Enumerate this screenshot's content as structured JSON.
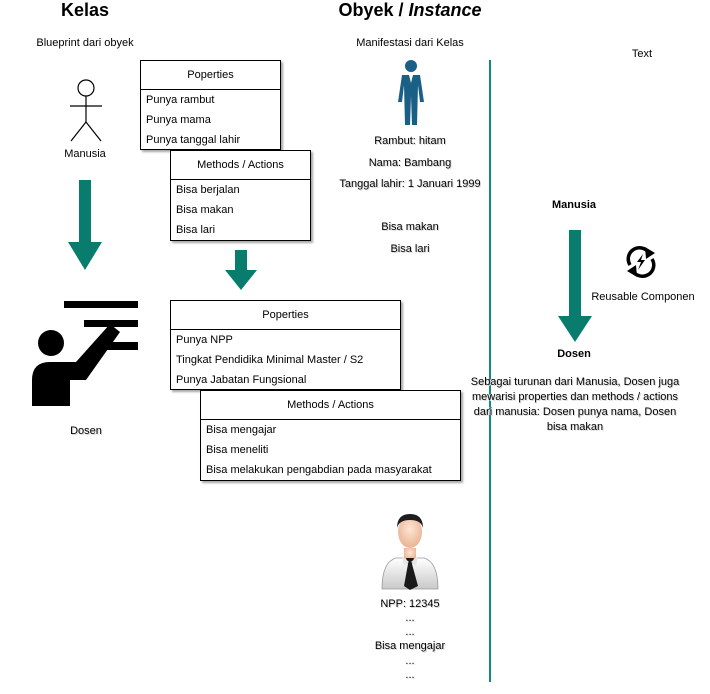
{
  "header": {
    "kelas": "Kelas",
    "obyek": "Obyek / ",
    "instance": "Instance",
    "blueprint": "Blueprint dari obyek",
    "manifestasi": "Manifestasi dari Kelas",
    "text_placeholder": "Text"
  },
  "kelas": {
    "manusia_label": "Manusia",
    "dosen_label": "Dosen",
    "manusia_properties": {
      "header": "Poperties",
      "items": [
        "Punya rambut",
        "Punya mama",
        "Punya tanggal lahir"
      ]
    },
    "manusia_methods": {
      "header": "Methods / Actions",
      "items": [
        "Bisa berjalan",
        "Bisa makan",
        "Bisa lari"
      ]
    },
    "dosen_properties": {
      "header": "Poperties",
      "items": [
        "Punya NPP",
        "Tingkat Pendidika Minimal Master / S2",
        "Punya Jabatan Fungsional"
      ]
    },
    "dosen_methods": {
      "header": "Methods / Actions",
      "items": [
        "Bisa mengajar",
        "Bisa  meneliti",
        "Bisa melakukan pengabdian pada masyarakat"
      ]
    }
  },
  "instance": {
    "bambang": [
      "Rambut: hitam",
      "Nama: Bambang",
      "Tanggal lahir: 1 Januari 1999"
    ],
    "bambang_actions": [
      "Bisa makan",
      "Bisa lari"
    ],
    "dosen": [
      "NPP: 12345",
      "...",
      "...",
      "Bisa mengajar",
      "...",
      "..."
    ]
  },
  "inheritance": {
    "parent": "Manusia",
    "child": "Dosen",
    "reusable": "Reusable Componen",
    "description": "Sebagai turunan dari Manusia, Dosen juga mewarisi properties dan methods / actions dari manusia: Dosen punya nama, Dosen bisa makan"
  },
  "colors": {
    "arrow": "#087d6d",
    "divider": "#0f8a7e",
    "suit": "#1a5f86"
  }
}
